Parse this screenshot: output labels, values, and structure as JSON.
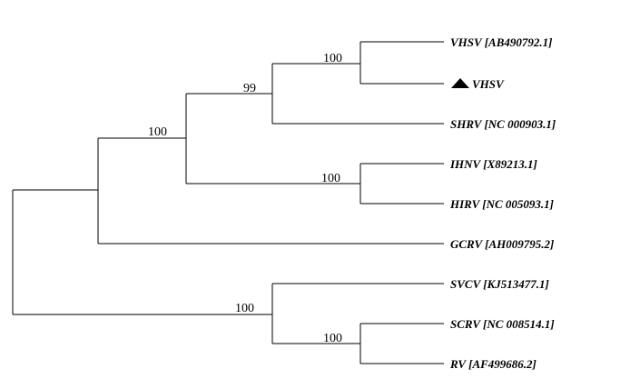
{
  "tree": {
    "leaves": [
      {
        "id": "vhsv-ab",
        "label": "VHSV [AB490792.1]"
      },
      {
        "id": "vhsv-query",
        "label": "VHSV",
        "marker": "triangle"
      },
      {
        "id": "shrv",
        "label": "SHRV [NC 000903.1]"
      },
      {
        "id": "ihnv",
        "label": "IHNV [X89213.1]"
      },
      {
        "id": "hirv",
        "label": "HIRV [NC 005093.1]"
      },
      {
        "id": "gcrv",
        "label": "GCRV [AH009795.2]"
      },
      {
        "id": "svcv",
        "label": "SVCV [KJ513477.1]"
      },
      {
        "id": "scrv",
        "label": "SCRV [NC 008514.1]"
      },
      {
        "id": "rv",
        "label": "RV [AF499686.2]"
      }
    ],
    "support_values": [
      {
        "id": "node-vhsv-pair",
        "value": "100"
      },
      {
        "id": "node-vhsv-shrv",
        "value": "99"
      },
      {
        "id": "node-ihnv-hirv",
        "value": "100"
      },
      {
        "id": "node-novirhabdo",
        "value": "100"
      },
      {
        "id": "node-svcv-group",
        "value": "100"
      },
      {
        "id": "node-scrv-rv",
        "value": "100"
      }
    ]
  }
}
